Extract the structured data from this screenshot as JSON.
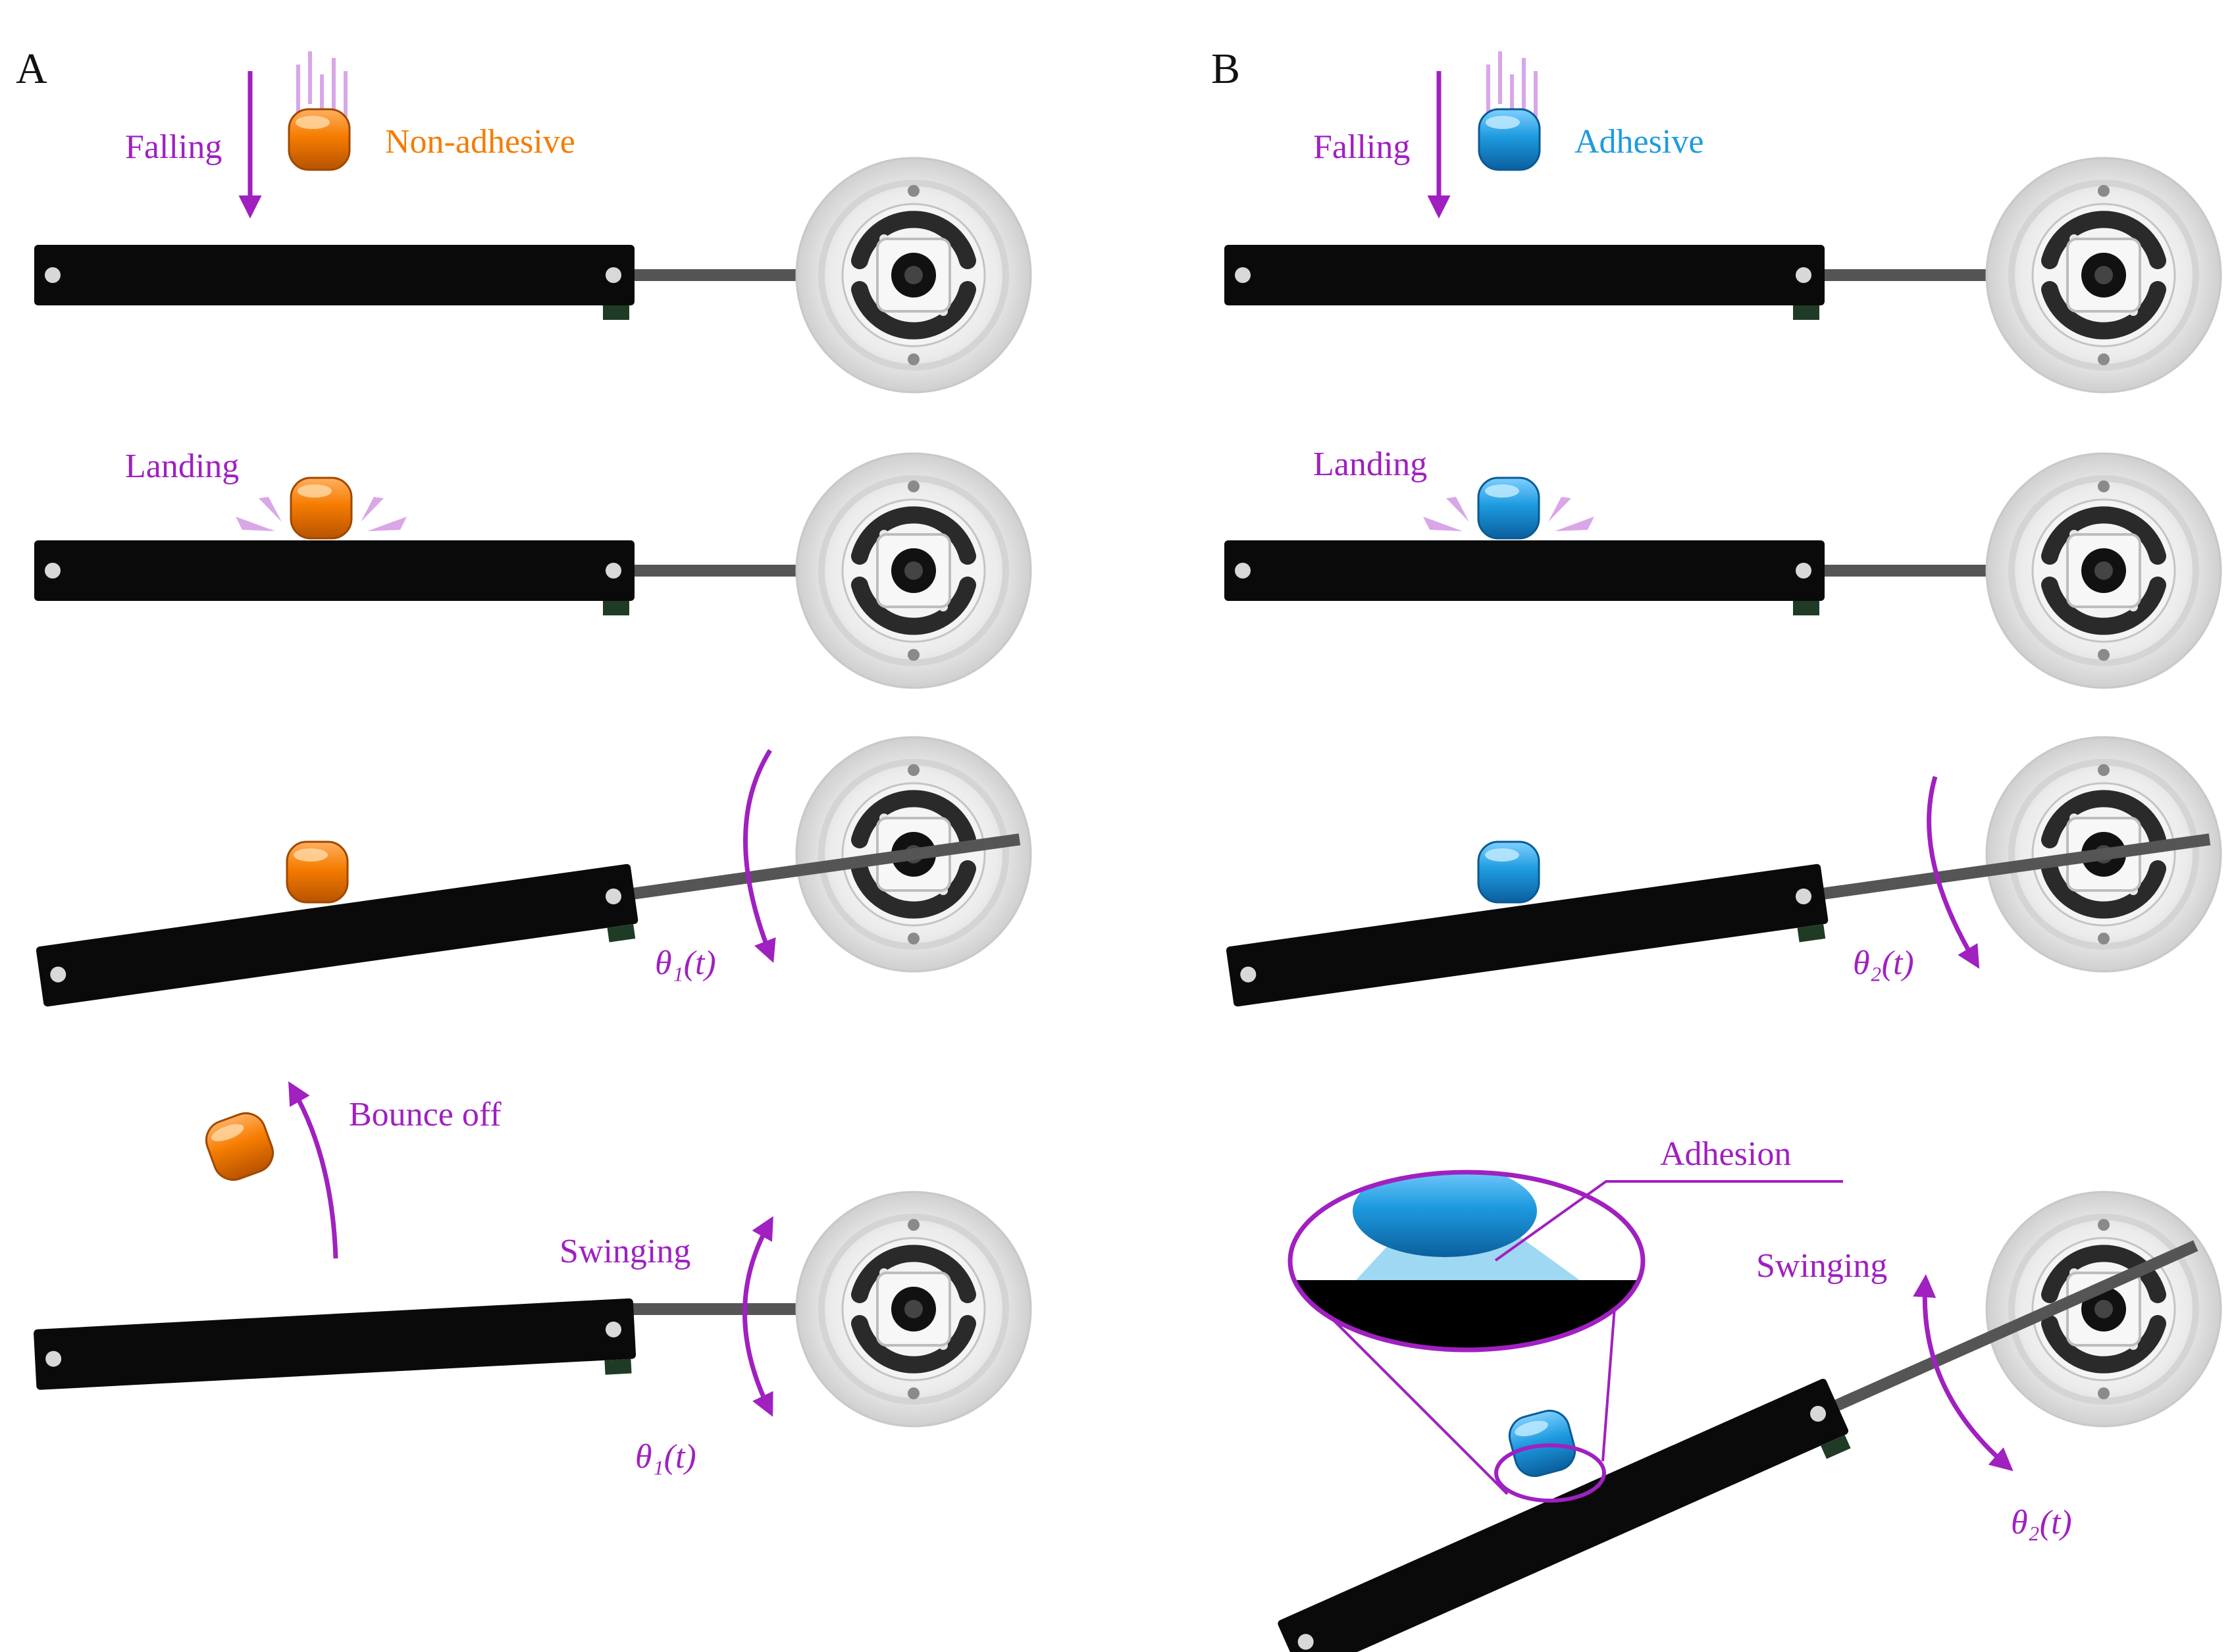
{
  "colors": {
    "accent": "#a020c0",
    "accent_light": "#d9a6e8",
    "non_adhesive": "#f57c00",
    "adhesive": "#1e9be0",
    "beam": "#0a0a0a",
    "rod": "#555555",
    "disc": "#e8e8e8"
  },
  "panel_a": {
    "letter": "A",
    "falling": "Falling",
    "material": "Non-adhesive",
    "landing": "Landing",
    "bounce": "Bounce off",
    "swinging": "Swinging",
    "theta": "θ₁(t)"
  },
  "panel_b": {
    "letter": "B",
    "falling": "Falling",
    "material": "Adhesive",
    "landing": "Landing",
    "adhesion": "Adhesion",
    "swinging": "Swinging",
    "theta": "θ₂(t)"
  },
  "icons": [
    "falling-arrow-icon",
    "impact-burst-icon",
    "rotation-arrow-icon",
    "swing-arrow-icon",
    "rotary-disc-icon",
    "droplet-icon",
    "magnifier-icon"
  ]
}
